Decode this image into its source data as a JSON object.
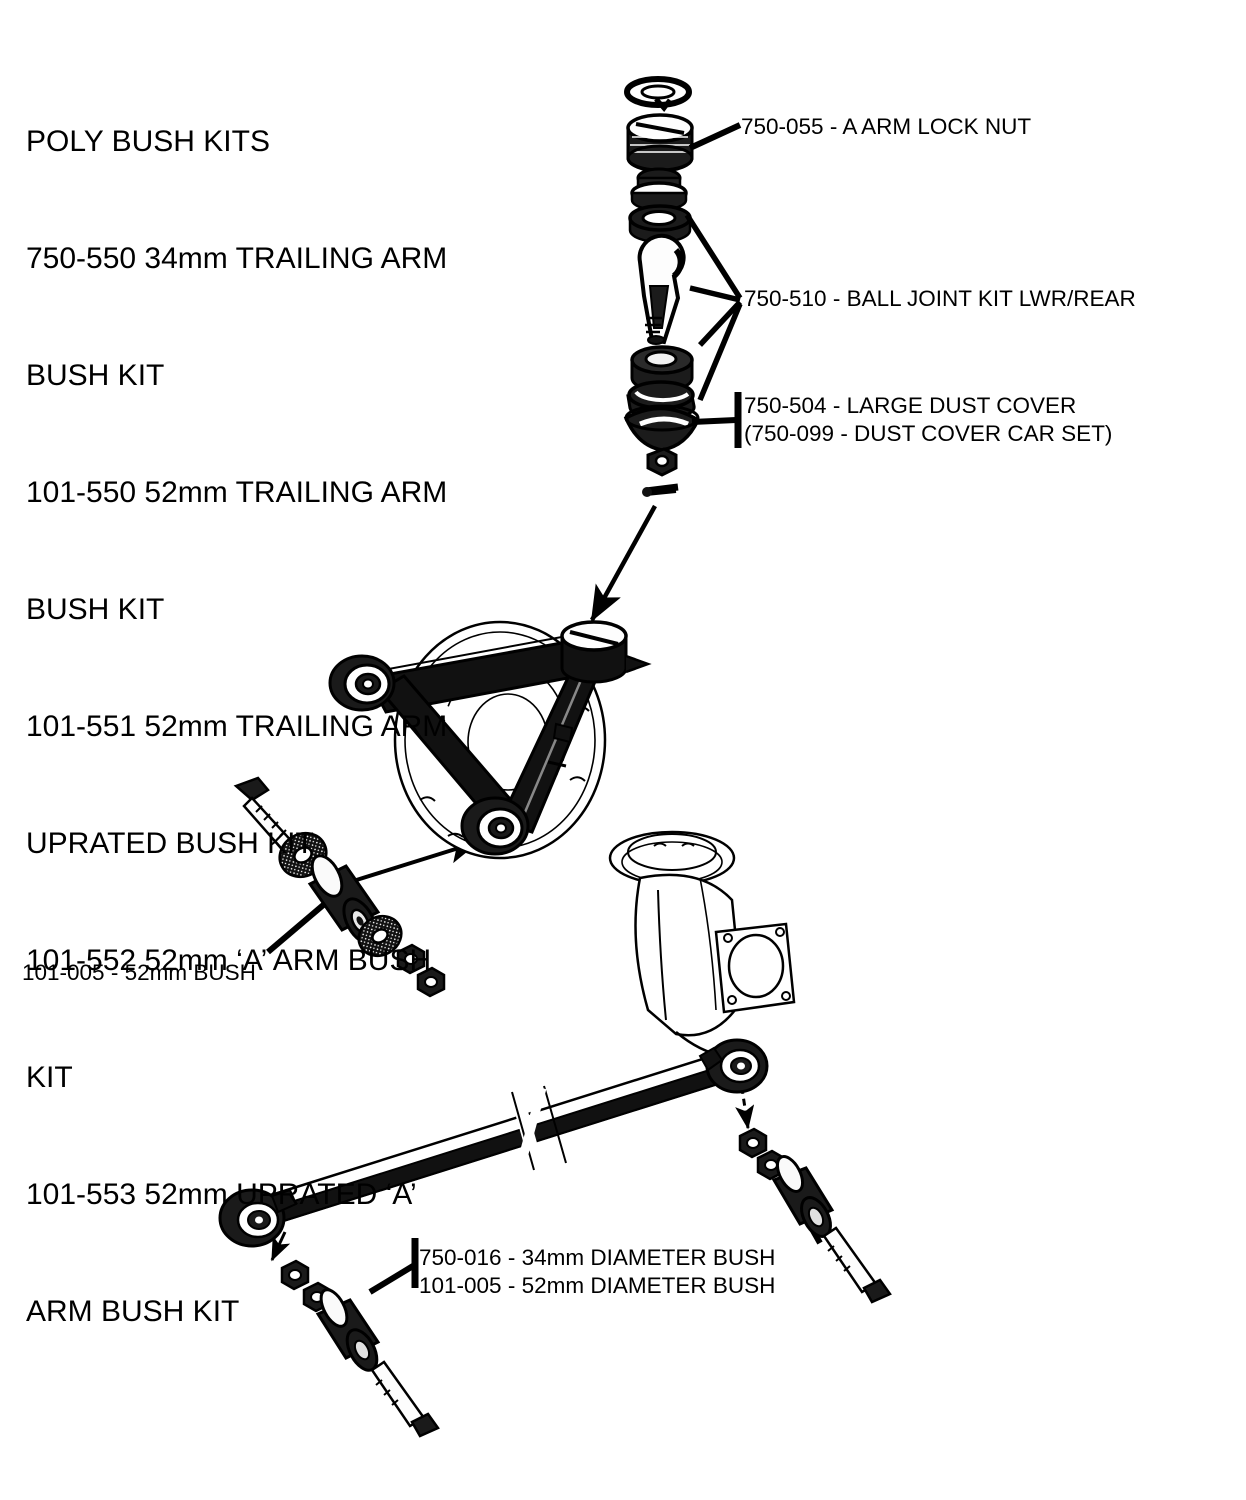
{
  "document": {
    "title": "POLY BUSH KITS",
    "type": "exploded parts diagram",
    "background_color": "#ffffff",
    "line_color": "#000000"
  },
  "kit_list": {
    "heading": "POLY BUSH KITS",
    "lines": [
      "POLY BUSH KITS",
      "750-550 34mm TRAILING ARM",
      "BUSH KIT",
      "101-550 52mm TRAILING ARM",
      "BUSH KIT",
      "101-551 52mm TRAILING ARM",
      "UPRATED BUSH KIT",
      "101-552 52mm ‘A’ ARM BUSH",
      "KIT",
      "101-553 52mm UPRATED ‘A’",
      "ARM BUSH KIT"
    ],
    "items": [
      {
        "part_number": "750-550",
        "size": "34mm",
        "description": "TRAILING ARM BUSH KIT"
      },
      {
        "part_number": "101-550",
        "size": "52mm",
        "description": "TRAILING ARM BUSH KIT"
      },
      {
        "part_number": "101-551",
        "size": "52mm",
        "description": "TRAILING ARM UPRATED BUSH KIT"
      },
      {
        "part_number": "101-552",
        "size": "52mm",
        "description": "‘A’ ARM BUSH KIT"
      },
      {
        "part_number": "101-553",
        "size": "52mm",
        "description": "UPRATED ‘A’ ARM BUSH KIT"
      }
    ]
  },
  "callouts": {
    "lock_nut": {
      "lines": [
        "750-055 - A ARM LOCK NUT"
      ],
      "part_number": "750-055",
      "description": "A ARM LOCK NUT"
    },
    "ball_joint": {
      "lines": [
        "750-510 - BALL JOINT KIT LWR/REAR"
      ],
      "part_number": "750-510",
      "description": "BALL JOINT KIT LWR/REAR"
    },
    "dust_cover": {
      "lines": [
        "750-504 - LARGE DUST COVER",
        "(750-099 - DUST COVER CAR SET)"
      ],
      "part_number": "750-504",
      "description": "LARGE DUST COVER",
      "alt_part_number": "750-099",
      "alt_description": "DUST COVER CAR SET"
    },
    "bush_52": {
      "lines": [
        "101-005 - 52mm BUSH"
      ],
      "part_number": "101-005",
      "description": "52mm BUSH"
    },
    "diameter_bushes": {
      "lines": [
        "750-016 - 34mm DIAMETER BUSH",
        "101-005 - 52mm DIAMETER BUSH"
      ],
      "part_number_1": "750-016",
      "description_1": "34mm DIAMETER BUSH",
      "part_number_2": "101-005",
      "description_2": "52mm DIAMETER BUSH"
    }
  },
  "components": {
    "lock_washer": "lock-washer",
    "lock_nut": "castellated-lock-nut",
    "threaded_boss": "threaded-boss",
    "spacer_ring": "spacer-ring",
    "ball_joint_stud": "ball-joint-stud",
    "socket_cup": "ball-joint-socket-cup",
    "seat_ring": "ball-joint-seat-ring",
    "dust_cover": "conical-dust-cover",
    "small_nut": "small-nut",
    "split_pin": "split-pin",
    "a_arm": "a-arm-wishbone",
    "brake_backplate": "brake-backplate-drum",
    "hub_carrier": "hub-carrier-casting",
    "trailing_arm": "trailing-arm-tube",
    "bush_cylinder": "cylindrical-poly-bush",
    "bolt": "through-bolt",
    "washer": "flat-washer",
    "nut": "hex-nut"
  }
}
